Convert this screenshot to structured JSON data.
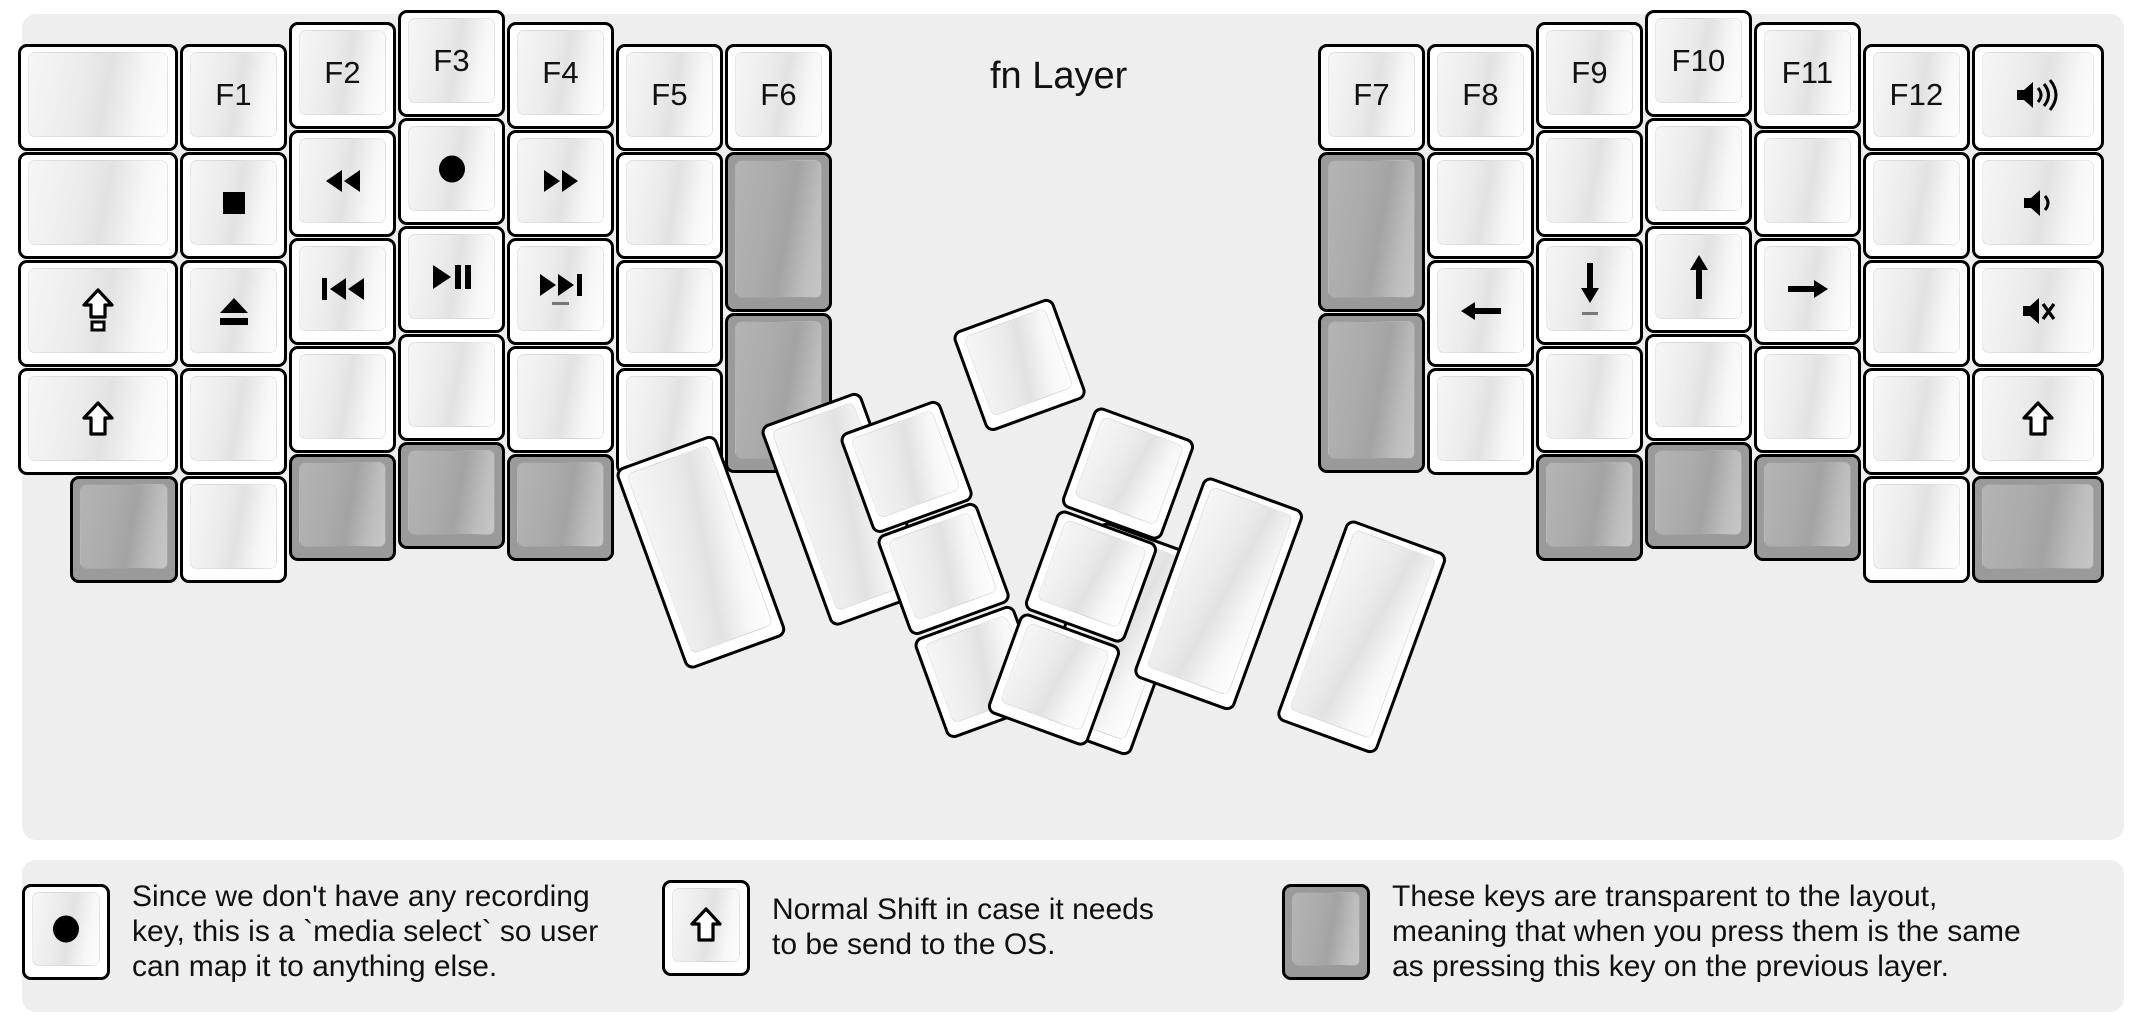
{
  "page": {
    "title": "fn Layer",
    "background": "#eeeeee",
    "ghost_color": "#9a9a9a"
  },
  "left_half": {
    "name": "left-key-cluster",
    "keys": [
      {
        "id": "l-c1-r1",
        "label": "",
        "icon": "",
        "ghost": false
      },
      {
        "id": "l-c1-r2",
        "label": "",
        "icon": "",
        "ghost": false
      },
      {
        "id": "l-c1-r3",
        "label": "",
        "icon": "caps-lock-shift-icon",
        "ghost": false
      },
      {
        "id": "l-c1-r4",
        "label": "",
        "icon": "shift-up-arrow-icon",
        "ghost": false
      },
      {
        "id": "l-c1-r5",
        "label": "",
        "icon": "",
        "ghost": true
      },
      {
        "id": "l-c2-r1",
        "label": "F1",
        "icon": "",
        "ghost": false
      },
      {
        "id": "l-c2-r2",
        "label": "",
        "icon": "media-stop-icon",
        "ghost": false
      },
      {
        "id": "l-c2-r3",
        "label": "",
        "icon": "media-eject-icon",
        "ghost": false
      },
      {
        "id": "l-c2-r4",
        "label": "",
        "icon": "",
        "ghost": false
      },
      {
        "id": "l-c2-r5",
        "label": "",
        "icon": "",
        "ghost": false
      },
      {
        "id": "l-c3-r1",
        "label": "F2",
        "icon": "",
        "ghost": false
      },
      {
        "id": "l-c3-r2",
        "label": "",
        "icon": "media-rewind-icon",
        "ghost": false
      },
      {
        "id": "l-c3-r3",
        "label": "",
        "icon": "media-previous-track-icon",
        "ghost": false
      },
      {
        "id": "l-c3-r4",
        "label": "",
        "icon": "",
        "ghost": false
      },
      {
        "id": "l-c3-r5",
        "label": "",
        "icon": "",
        "ghost": true
      },
      {
        "id": "l-c4-r1",
        "label": "F3",
        "icon": "",
        "ghost": false
      },
      {
        "id": "l-c4-r2",
        "label": "",
        "icon": "media-record-icon",
        "ghost": false
      },
      {
        "id": "l-c4-r3",
        "label": "",
        "icon": "media-play-pause-icon",
        "ghost": false
      },
      {
        "id": "l-c4-r4",
        "label": "",
        "icon": "",
        "ghost": false
      },
      {
        "id": "l-c4-r5",
        "label": "",
        "icon": "",
        "ghost": true
      },
      {
        "id": "l-c5-r1",
        "label": "F4",
        "icon": "",
        "ghost": false
      },
      {
        "id": "l-c5-r2",
        "label": "",
        "icon": "media-fast-forward-icon",
        "ghost": false
      },
      {
        "id": "l-c5-r3",
        "label": "",
        "icon": "media-next-track-icon",
        "ghost": false
      },
      {
        "id": "l-c5-r4",
        "label": "",
        "icon": "",
        "ghost": false
      },
      {
        "id": "l-c5-r5",
        "label": "",
        "icon": "",
        "ghost": true
      },
      {
        "id": "l-c6-r1",
        "label": "F5",
        "icon": "",
        "ghost": false
      },
      {
        "id": "l-c6-r2",
        "label": "",
        "icon": "",
        "ghost": false
      },
      {
        "id": "l-c6-r3",
        "label": "",
        "icon": "",
        "ghost": false
      },
      {
        "id": "l-c6-r4",
        "label": "",
        "icon": "",
        "ghost": false
      },
      {
        "id": "l-c7-r1",
        "label": "F6",
        "icon": "",
        "ghost": false
      },
      {
        "id": "l-c7-r2",
        "label": "",
        "icon": "",
        "ghost": true
      },
      {
        "id": "l-c7-r3",
        "label": "",
        "icon": "",
        "ghost": true
      }
    ]
  },
  "left_thumb": {
    "name": "left-thumb-cluster",
    "keys": [
      {
        "id": "lt-1",
        "label": "",
        "icon": "",
        "ghost": false
      },
      {
        "id": "lt-2",
        "label": "",
        "icon": "",
        "ghost": false
      },
      {
        "id": "lt-3",
        "label": "",
        "icon": "",
        "ghost": false
      },
      {
        "id": "lt-4",
        "label": "",
        "icon": "",
        "ghost": false
      },
      {
        "id": "lt-5",
        "label": "",
        "icon": "",
        "ghost": false
      },
      {
        "id": "lt-6",
        "label": "",
        "icon": "",
        "ghost": false
      }
    ]
  },
  "right_half": {
    "name": "right-key-cluster",
    "keys": [
      {
        "id": "r-c1-r1",
        "label": "F7",
        "icon": "",
        "ghost": false
      },
      {
        "id": "r-c1-r2",
        "label": "",
        "icon": "",
        "ghost": true
      },
      {
        "id": "r-c1-r3",
        "label": "",
        "icon": "",
        "ghost": true
      },
      {
        "id": "r-c2-r1",
        "label": "F8",
        "icon": "",
        "ghost": false
      },
      {
        "id": "r-c2-r2",
        "label": "",
        "icon": "",
        "ghost": false
      },
      {
        "id": "r-c2-r3",
        "label": "",
        "icon": "arrow-left-icon",
        "ghost": false
      },
      {
        "id": "r-c2-r4",
        "label": "",
        "icon": "",
        "ghost": false
      },
      {
        "id": "r-c3-r1",
        "label": "F9",
        "icon": "",
        "ghost": false
      },
      {
        "id": "r-c3-r2",
        "label": "",
        "icon": "",
        "ghost": false
      },
      {
        "id": "r-c3-r3",
        "label": "",
        "icon": "arrow-down-icon",
        "ghost": false
      },
      {
        "id": "r-c3-r4",
        "label": "",
        "icon": "",
        "ghost": false
      },
      {
        "id": "r-c3-r5",
        "label": "",
        "icon": "",
        "ghost": true
      },
      {
        "id": "r-c4-r1",
        "label": "F10",
        "icon": "",
        "ghost": false
      },
      {
        "id": "r-c4-r2",
        "label": "",
        "icon": "",
        "ghost": false
      },
      {
        "id": "r-c4-r3",
        "label": "",
        "icon": "arrow-up-icon",
        "ghost": false
      },
      {
        "id": "r-c4-r4",
        "label": "",
        "icon": "",
        "ghost": false
      },
      {
        "id": "r-c4-r5",
        "label": "",
        "icon": "",
        "ghost": true
      },
      {
        "id": "r-c5-r1",
        "label": "F11",
        "icon": "",
        "ghost": false
      },
      {
        "id": "r-c5-r2",
        "label": "",
        "icon": "",
        "ghost": false
      },
      {
        "id": "r-c5-r3",
        "label": "",
        "icon": "arrow-right-icon",
        "ghost": false
      },
      {
        "id": "r-c5-r4",
        "label": "",
        "icon": "",
        "ghost": false
      },
      {
        "id": "r-c5-r5",
        "label": "",
        "icon": "",
        "ghost": true
      },
      {
        "id": "r-c6-r1",
        "label": "F12",
        "icon": "",
        "ghost": false
      },
      {
        "id": "r-c6-r2",
        "label": "",
        "icon": "",
        "ghost": false
      },
      {
        "id": "r-c6-r3",
        "label": "",
        "icon": "",
        "ghost": false
      },
      {
        "id": "r-c6-r4",
        "label": "",
        "icon": "",
        "ghost": false
      },
      {
        "id": "r-c6-r5",
        "label": "",
        "icon": "",
        "ghost": false
      },
      {
        "id": "r-c7-r1",
        "label": "",
        "icon": "volume-up-icon",
        "ghost": false
      },
      {
        "id": "r-c7-r2",
        "label": "",
        "icon": "volume-down-icon",
        "ghost": false
      },
      {
        "id": "r-c7-r3",
        "label": "",
        "icon": "volume-mute-icon",
        "ghost": false
      },
      {
        "id": "r-c7-r4",
        "label": "",
        "icon": "shift-up-arrow-icon",
        "ghost": false
      },
      {
        "id": "r-c7-r5",
        "label": "",
        "icon": "",
        "ghost": true
      }
    ]
  },
  "right_thumb": {
    "name": "right-thumb-cluster",
    "keys": [
      {
        "id": "rt-1",
        "label": "",
        "icon": "",
        "ghost": false
      },
      {
        "id": "rt-2",
        "label": "",
        "icon": "",
        "ghost": false
      },
      {
        "id": "rt-3",
        "label": "",
        "icon": "",
        "ghost": false
      },
      {
        "id": "rt-4",
        "label": "",
        "icon": "",
        "ghost": false
      },
      {
        "id": "rt-5",
        "label": "",
        "icon": "",
        "ghost": false
      },
      {
        "id": "rt-6",
        "label": "",
        "icon": "",
        "ghost": false
      }
    ]
  },
  "legend": {
    "items": [
      {
        "id": "legend-media-select",
        "icon": "media-record-icon",
        "ghost": false,
        "text": "Since we don't have any recording\nkey, this is a `media select` so user\ncan map it to anything else."
      },
      {
        "id": "legend-normal-shift",
        "icon": "shift-up-arrow-icon",
        "ghost": false,
        "text": "Normal Shift in case it needs\nto be send to the OS."
      },
      {
        "id": "legend-transparent-keys",
        "icon": "",
        "ghost": true,
        "text": "These keys are transparent to the layout,\nmeaning that when you press them is the same\nas pressing this key on the previous layer."
      }
    ]
  }
}
